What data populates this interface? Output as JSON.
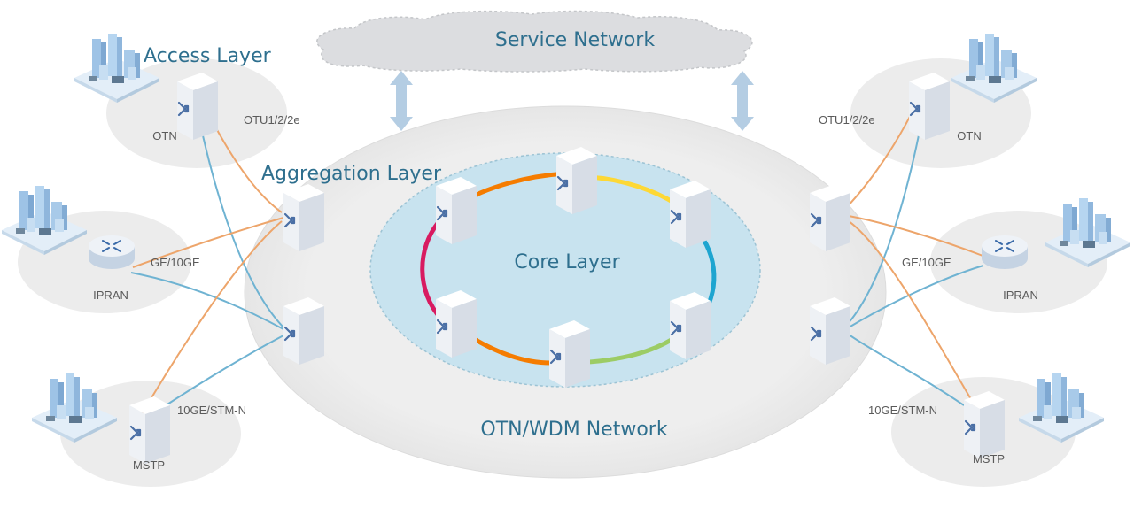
{
  "labels": {
    "service_network": "Service Network",
    "access_layer": "Access Layer",
    "aggregation_layer": "Aggregation Layer",
    "core_layer": "Core Layer",
    "otn_wdm_network": "OTN/WDM Network"
  },
  "left_sites": {
    "otn": {
      "device": "OTN",
      "link": "OTU1/2/2e"
    },
    "ipran": {
      "device": "IPRAN",
      "link": "GE/10GE"
    },
    "mstp": {
      "device": "MSTP",
      "link": "10GE/STM-N"
    }
  },
  "right_sites": {
    "otn": {
      "device": "OTN",
      "link": "OTU1/2/2e"
    },
    "ipran": {
      "device": "IPRAN",
      "link": "GE/10GE"
    },
    "mstp": {
      "device": "MSTP",
      "link": "10GE/STM-N"
    }
  },
  "colors": {
    "orange_link": "#eda56b",
    "blue_link": "#6fb3d2",
    "label_blue": "#2e6f8e"
  },
  "icons": {
    "switch": "switch-icon",
    "router": "router-icon",
    "building": "building-icon",
    "cloud": "cloud-icon",
    "arrow": "double-arrow-icon"
  }
}
